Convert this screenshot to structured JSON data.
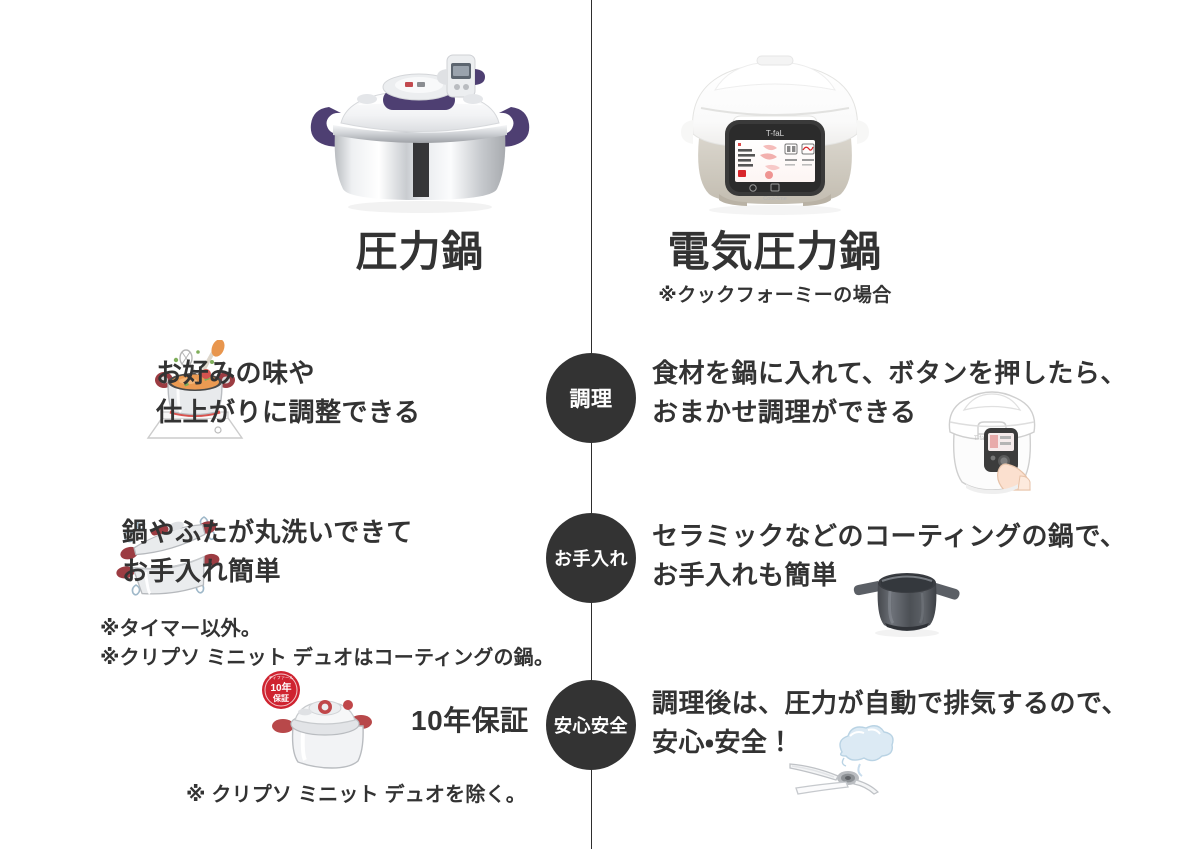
{
  "products": {
    "left": {
      "image_name": "stovetop-pressure-cooker-photo",
      "title": "圧力鍋",
      "subtitle": ""
    },
    "right": {
      "image_name": "electric-pressure-cooker-photo",
      "title": "電気圧力鍋",
      "subtitle": "※クックフォーミーの場合"
    }
  },
  "badges": [
    {
      "label": "調理"
    },
    {
      "label": "お手入れ"
    },
    {
      "label": "安心安全"
    }
  ],
  "rows": [
    {
      "category": "調理",
      "left": {
        "icon_name": "pot-on-stove-icon",
        "text": "お好みの味や\n仕上がりに調整できる",
        "note": ""
      },
      "right": {
        "icon_name": "hand-pressing-button-icon",
        "text": "食材を鍋に入れて、ボタンを押したら、\nおまかせ調理ができる",
        "note": ""
      }
    },
    {
      "category": "お手入れ",
      "left": {
        "icon_name": "washing-pot-and-lid-icon",
        "text": "鍋やふたが丸洗いできて\nお手入れ簡単",
        "note": "※タイマー以外。\n※クリプソ ミニット デュオはコーティングの鍋。"
      },
      "right": {
        "icon_name": "ceramic-coated-pot-icon",
        "text": "セラミックなどのコーティングの鍋で、\nお手入れも簡単",
        "note": ""
      }
    },
    {
      "category": "安心安全",
      "left": {
        "icon_name": "ten-year-warranty-cooker-icon",
        "badge_line1": "10年",
        "badge_line2": "保証",
        "text": "10年保証",
        "note": "※ クリプソ ミニット デュオを除く。"
      },
      "right": {
        "icon_name": "steam-release-icon",
        "text": "調理後は、圧力が自動で排気するので、\n安心・安全！",
        "note": ""
      }
    }
  ],
  "colors": {
    "badge_bg": "#333333",
    "text": "#333333",
    "divider": "#2e2e2e",
    "warranty_red": "#cf2330",
    "background": "#ffffff"
  }
}
